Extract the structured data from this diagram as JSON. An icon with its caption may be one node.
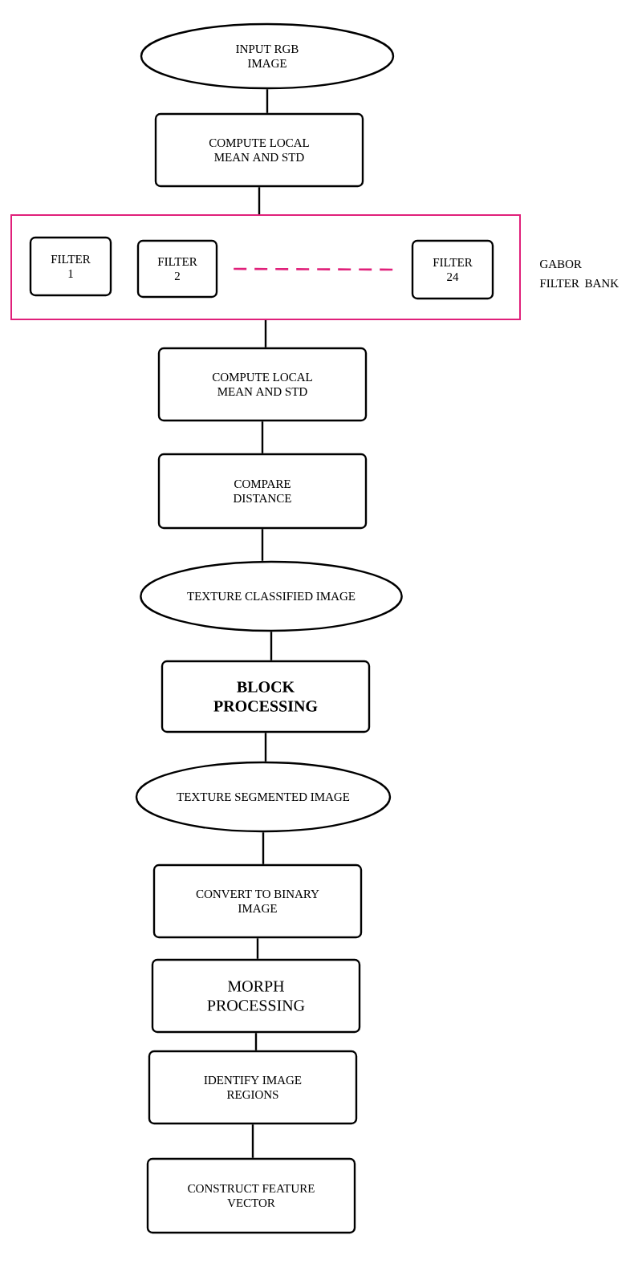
{
  "diagram": {
    "nodes": [
      {
        "text": [
          "INPUT RGB IMAGE"
        ]
      },
      {
        "text": [
          "COMPUTE LOCAL MEAN AND STD"
        ]
      },
      {
        "text": [
          "GABOR FILTER BANK"
        ]
      },
      {
        "text": [
          "FILTER 1"
        ],
        "in": 2
      },
      {
        "text": [
          "FILTER 2"
        ],
        "in": 2
      },
      {
        "text": [
          "FILTER 24"
        ],
        "in": 2
      },
      {
        "text": [
          "COMPUTE LOCAL MEAN AND STD"
        ]
      },
      {
        "text": [
          "COMPARE DISTANCE"
        ]
      },
      {
        "text": [
          "TEXTURE CLASSIFIED IMAGE"
        ]
      },
      {
        "text": [
          "BLOCK PROCESSING"
        ]
      },
      {
        "text": [
          "TEXTURE SEGMENTED IMAGE"
        ]
      },
      {
        "text": [
          "CONVERT TO BINARY IMAGE"
        ]
      },
      {
        "text": [
          "MORPH PROCESSING"
        ]
      },
      {
        "text": [
          "IDENTIFY IMAGE REGIONS"
        ]
      },
      {
        "text": [
          "CONSTRUCT FEATURE VECTOR"
        ]
      }
    ],
    "edges": [
      {
        "from": 0,
        "to": 1,
        "arrow": "none"
      },
      {
        "from": 1,
        "to": 2,
        "arrow": "none"
      },
      {
        "from": 4,
        "to": 5,
        "arrow": "none",
        "style": "dashed",
        "color": "#e0207a"
      },
      {
        "from": 2,
        "to": 6,
        "arrow": "none"
      },
      {
        "from": 6,
        "to": 7,
        "arrow": "none"
      },
      {
        "from": 7,
        "to": 8,
        "arrow": "none"
      },
      {
        "from": 8,
        "to": 9,
        "arrow": "none"
      },
      {
        "from": 9,
        "to": 10,
        "arrow": "none"
      },
      {
        "from": 10,
        "to": 11,
        "arrow": "none"
      },
      {
        "from": 11,
        "to": 12,
        "arrow": "none"
      },
      {
        "from": 12,
        "to": 13,
        "arrow": "none"
      },
      {
        "from": 13,
        "to": 14,
        "arrow": "none"
      }
    ]
  }
}
